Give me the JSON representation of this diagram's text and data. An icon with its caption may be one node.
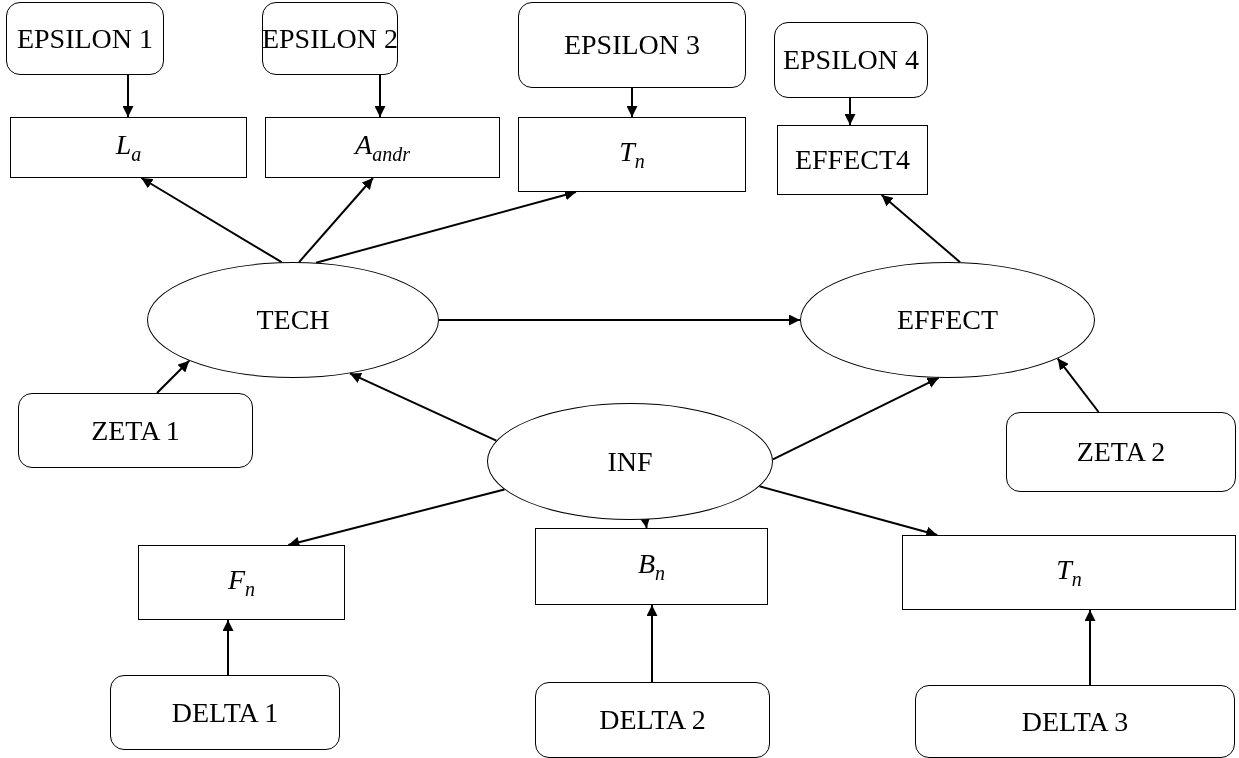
{
  "diagram": {
    "nodes": [
      {
        "text": [
          "EPSILON 1"
        ]
      },
      {
        "text": [
          "EPSILON 2"
        ]
      },
      {
        "text": [
          "EPSILON 3"
        ]
      },
      {
        "text": [
          "EPSILON 4"
        ]
      },
      {
        "text": [
          "L$_{a}$"
        ]
      },
      {
        "text": [
          "A$_{andr}$"
        ]
      },
      {
        "text": [
          "T$_{n}$"
        ]
      },
      {
        "text": [
          "EFFECT4"
        ]
      },
      {
        "text": [
          "TECH"
        ]
      },
      {
        "text": [
          "EFFECT"
        ]
      },
      {
        "text": [
          "ZETA 1"
        ]
      },
      {
        "text": [
          "INF"
        ]
      },
      {
        "text": [
          "ZETA 2"
        ]
      },
      {
        "text": [
          "F$_{n}$"
        ]
      },
      {
        "text": [
          "B$_{n}$"
        ]
      },
      {
        "text": [
          "T$_{n}$"
        ]
      },
      {
        "text": [
          "DELTA 1"
        ]
      },
      {
        "text": [
          "DELTA 2"
        ]
      },
      {
        "text": [
          "DELTA 3"
        ]
      }
    ],
    "edges": [
      {
        "from": 0,
        "to": 4,
        "arrow": "to"
      },
      {
        "from": 1,
        "to": 5,
        "arrow": "to"
      },
      {
        "from": 2,
        "to": 6,
        "arrow": "to"
      },
      {
        "from": 3,
        "to": 7,
        "arrow": "to"
      },
      {
        "from": 8,
        "to": 4,
        "arrow": "to"
      },
      {
        "from": 8,
        "to": 5,
        "arrow": "to"
      },
      {
        "from": 8,
        "to": 6,
        "arrow": "to"
      },
      {
        "from": 9,
        "to": 7,
        "arrow": "to"
      },
      {
        "from": 8,
        "to": 9,
        "arrow": "to"
      },
      {
        "from": 10,
        "to": 8,
        "arrow": "to"
      },
      {
        "from": 11,
        "to": 8,
        "arrow": "to"
      },
      {
        "from": 11,
        "to": 9,
        "arrow": "to"
      },
      {
        "from": 12,
        "to": 9,
        "arrow": "to"
      },
      {
        "from": 11,
        "to": 13,
        "arrow": "to"
      },
      {
        "from": 11,
        "to": 14,
        "arrow": "to"
      },
      {
        "from": 11,
        "to": 15,
        "arrow": "to"
      },
      {
        "from": 16,
        "to": 13,
        "arrow": "to"
      },
      {
        "from": 17,
        "to": 14,
        "arrow": "to"
      },
      {
        "from": 18,
        "to": 15,
        "arrow": "to"
      }
    ]
  }
}
